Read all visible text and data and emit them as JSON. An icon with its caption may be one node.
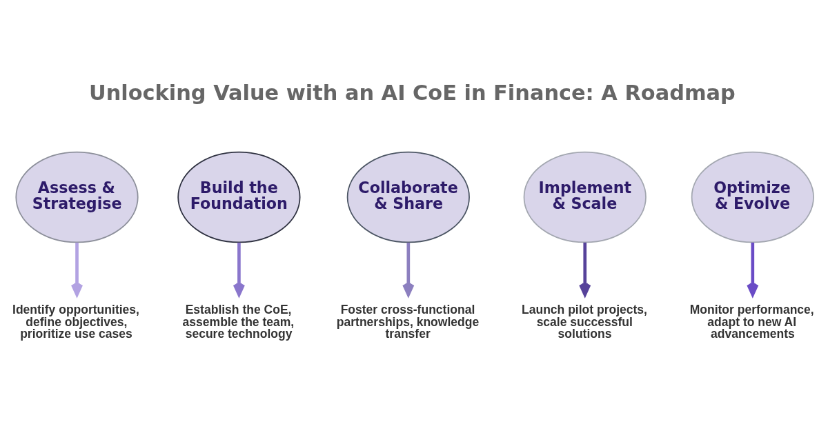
{
  "diagram": {
    "title": "Unlocking Value with an AI CoE in Finance: A Roadmap",
    "nodes": [
      {
        "text": [
          "Assess & Strategise"
        ]
      },
      {
        "text": [
          "Build the Foundation"
        ]
      },
      {
        "text": [
          "Collaborate & Share"
        ]
      },
      {
        "text": [
          "Implement & Scale"
        ]
      },
      {
        "text": [
          "Optimize & Evolve"
        ]
      },
      {
        "text": [
          "Identify opportunities, define objectives, prioritize use cases"
        ]
      },
      {
        "text": [
          "Establish the CoE, assemble the team, secure technology"
        ]
      },
      {
        "text": [
          "Foster cross-functional partnerships, knowledge transfer"
        ]
      },
      {
        "text": [
          "Launch pilot projects, scale successful solutions"
        ]
      },
      {
        "text": [
          "Monitor performance, adapt to new AI advancements"
        ]
      }
    ],
    "edges": [
      {
        "from": 0,
        "to": 5,
        "arrow": "to",
        "color": "#b2a2e2"
      },
      {
        "from": 1,
        "to": 6,
        "arrow": "to",
        "color": "#8a76cc"
      },
      {
        "from": 2,
        "to": 7,
        "arrow": "to",
        "color": "#8c7fbf"
      },
      {
        "from": 3,
        "to": 8,
        "arrow": "to",
        "color": "#56429a"
      },
      {
        "from": 4,
        "to": 9,
        "arrow": "to",
        "color": "#6a4cc6"
      }
    ]
  }
}
